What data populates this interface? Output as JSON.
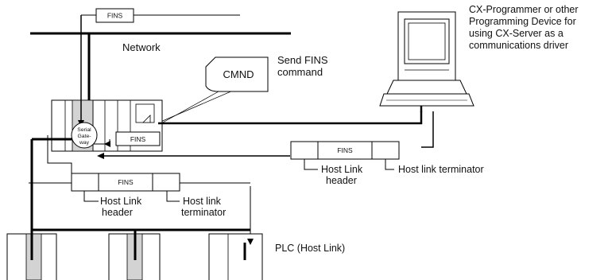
{
  "diagram": {
    "fins_label": "FINS",
    "network_label": "Network",
    "cmnd_label": "CMND",
    "send_fins_line1": "Send FINS",
    "send_fins_line2": "command",
    "pc_caption": [
      "CX-Programmer or other",
      "Programming Device for",
      "using CX-Server as a",
      "communications driver"
    ],
    "gateway_lines": [
      "Serial",
      "Gate-",
      "way"
    ],
    "host_link_header": [
      "Host Link",
      "header"
    ],
    "host_link_terminator_split": [
      "Host link",
      "terminator"
    ],
    "host_link_terminator": "Host link terminator",
    "plc_label": "PLC (Host Link)"
  }
}
